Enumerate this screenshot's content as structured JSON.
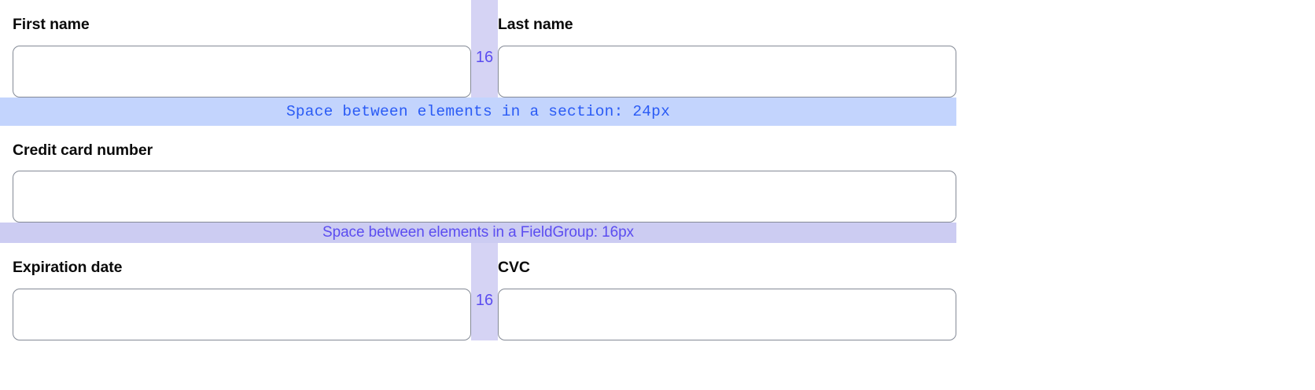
{
  "form": {
    "rows": [
      {
        "type": "pair",
        "left": {
          "label": "First name",
          "value": "",
          "placeholder": ""
        },
        "right": {
          "label": "Last name",
          "value": "",
          "placeholder": ""
        },
        "gap": {
          "value": "16"
        }
      },
      {
        "type": "single",
        "field": {
          "label": "Credit card number",
          "value": "",
          "placeholder": ""
        }
      },
      {
        "type": "pair",
        "left": {
          "label": "Expiration date",
          "value": "",
          "placeholder": ""
        },
        "right": {
          "label": "CVC",
          "value": "",
          "placeholder": ""
        },
        "gap": {
          "value": "16"
        }
      }
    ]
  },
  "annotations": {
    "section_spacing": {
      "text": "Space between elements in a section: 24px",
      "amount": "24px",
      "background": "#c3d4fd",
      "color": "#2a5bf5"
    },
    "fieldgroup_spacing": {
      "text": "Space between elements in a FieldGroup: 16px",
      "amount": "16px",
      "background": "#ccccf2",
      "color": "#5b4df0"
    },
    "column_gap": {
      "value": "16",
      "background": "#d5d3f4",
      "color": "#5b4df0"
    }
  },
  "theme": {
    "page_background": "#ffffff",
    "input_border": "#848a96",
    "label_color": "#0a0a0a"
  }
}
